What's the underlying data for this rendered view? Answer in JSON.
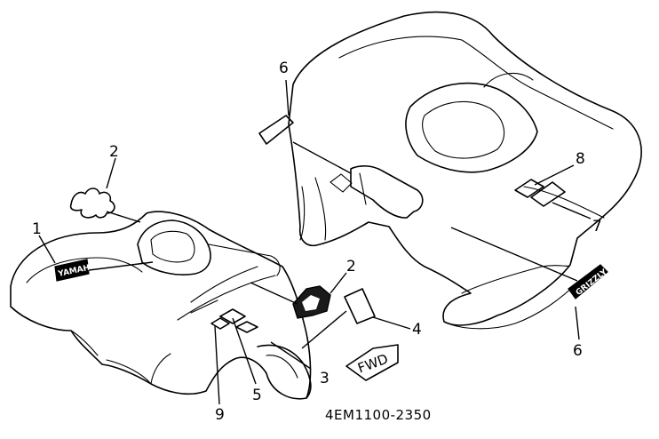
{
  "diagram": {
    "callouts": [
      {
        "key": "c6a",
        "label": "6"
      },
      {
        "key": "c2a",
        "label": "2"
      },
      {
        "key": "c1",
        "label": "1"
      },
      {
        "key": "c8",
        "label": "8"
      },
      {
        "key": "c7",
        "label": "7"
      },
      {
        "key": "c2b",
        "label": "2"
      },
      {
        "key": "c4",
        "label": "4"
      },
      {
        "key": "c3",
        "label": "3"
      },
      {
        "key": "c6b",
        "label": "6"
      },
      {
        "key": "c9",
        "label": "9"
      },
      {
        "key": "c5",
        "label": "5"
      }
    ],
    "decal_front_text": "YAMAHA",
    "decal_rear_text": "GRIZZLY",
    "fwd_label": "FWD",
    "part_code": "4EM1100-2350"
  }
}
